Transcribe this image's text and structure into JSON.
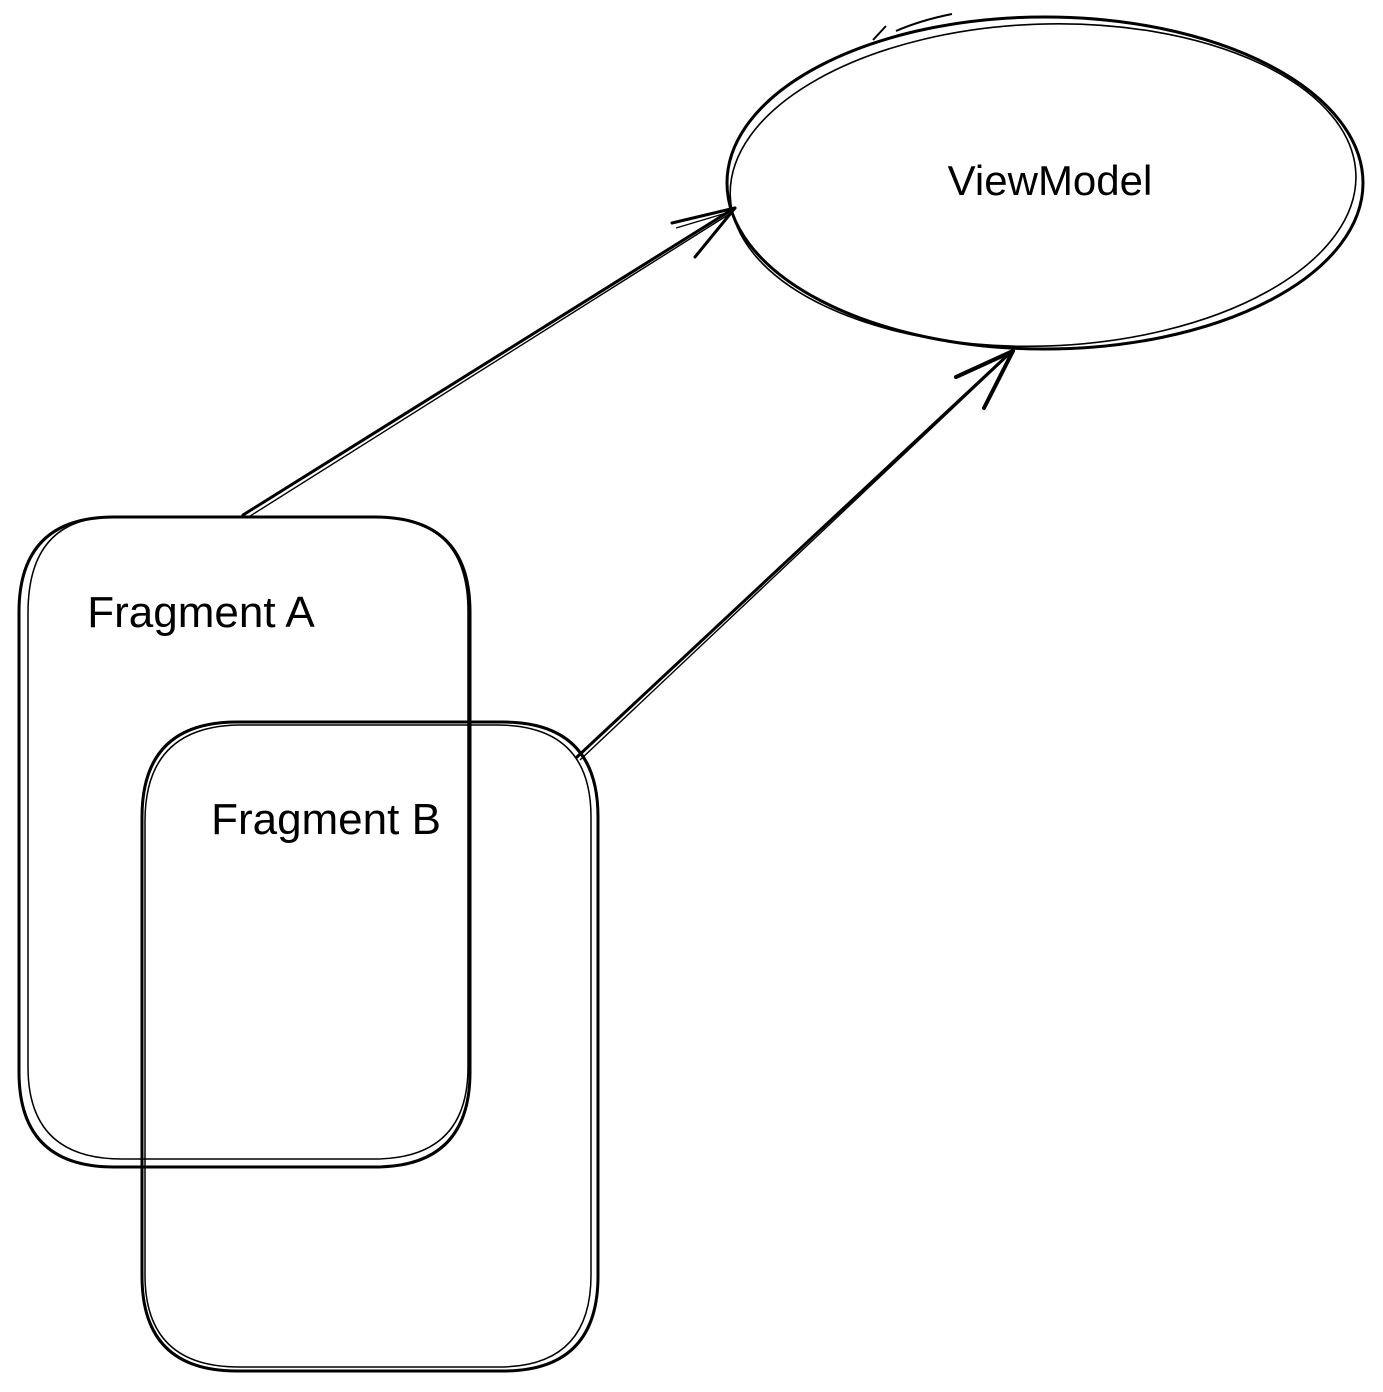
{
  "diagram": {
    "background_color": "#ffffff",
    "stroke_color": "#000000",
    "style": "hand-drawn-sketch",
    "nodes": [
      {
        "id": "viewmodel",
        "shape": "ellipse",
        "label": "ViewModel"
      },
      {
        "id": "fragment-a",
        "shape": "rounded-rectangle",
        "label": "Fragment A"
      },
      {
        "id": "fragment-b",
        "shape": "rounded-rectangle",
        "label": "Fragment B"
      }
    ],
    "edges": [
      {
        "from": "Fragment A",
        "to": "ViewModel",
        "type": "arrow"
      },
      {
        "from": "Fragment B",
        "to": "ViewModel",
        "type": "arrow"
      }
    ]
  }
}
